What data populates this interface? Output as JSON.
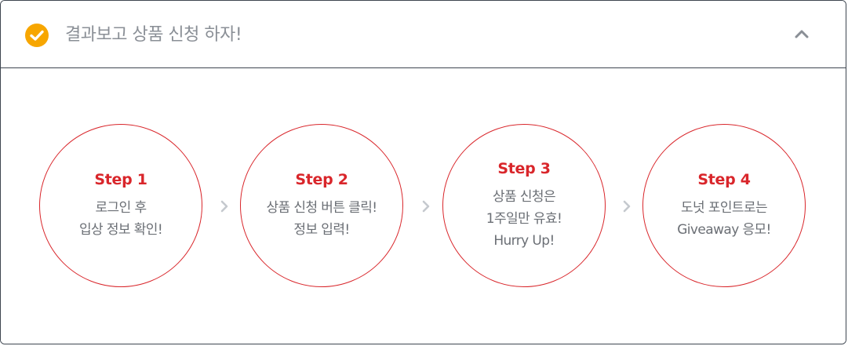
{
  "header": {
    "title": "결과보고 상품 신청 하자!",
    "check_icon": "check-circle-icon",
    "collapse_icon": "chevron-up-icon"
  },
  "colors": {
    "accent": "#d9262b",
    "check_orange": "#f7a600",
    "border": "#3e4650",
    "text_gray": "#6b6f75",
    "arrow_gray": "#c5c9ce"
  },
  "steps": [
    {
      "title": "Step 1",
      "lines": [
        "로그인 후",
        "입상 정보 확인!"
      ]
    },
    {
      "title": "Step 2",
      "lines": [
        "상품 신청 버튼 클릭!",
        "정보 입력!"
      ]
    },
    {
      "title": "Step 3",
      "lines": [
        "상품 신청은",
        "1주일만 유효!",
        "Hurry Up!"
      ]
    },
    {
      "title": "Step 4",
      "lines": [
        "도넛 포인트로는",
        "Giveaway 응모!"
      ]
    }
  ],
  "connector_icon": "chevron-right-icon"
}
